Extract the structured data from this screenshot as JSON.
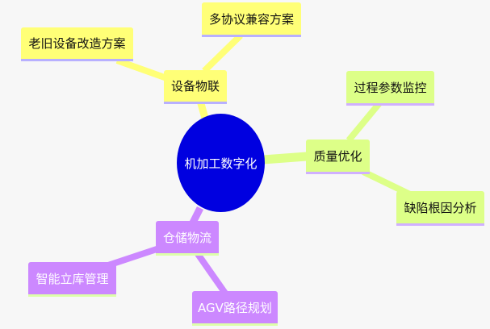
{
  "colors": {
    "root": "#0000e0",
    "branch_device": "#ffff77",
    "branch_quality": "#ddff88",
    "branch_logistics": "#cc88ff"
  },
  "root": {
    "label": "机加工数字化"
  },
  "branches": [
    {
      "label": "设备物联",
      "children": [
        "老旧设备改造方案",
        "多协议兼容方案"
      ]
    },
    {
      "label": "质量优化",
      "children": [
        "过程参数监控",
        "缺陷根因分析"
      ]
    },
    {
      "label": "仓储物流",
      "children": [
        "智能立库管理",
        "AGV路径规划"
      ]
    }
  ]
}
